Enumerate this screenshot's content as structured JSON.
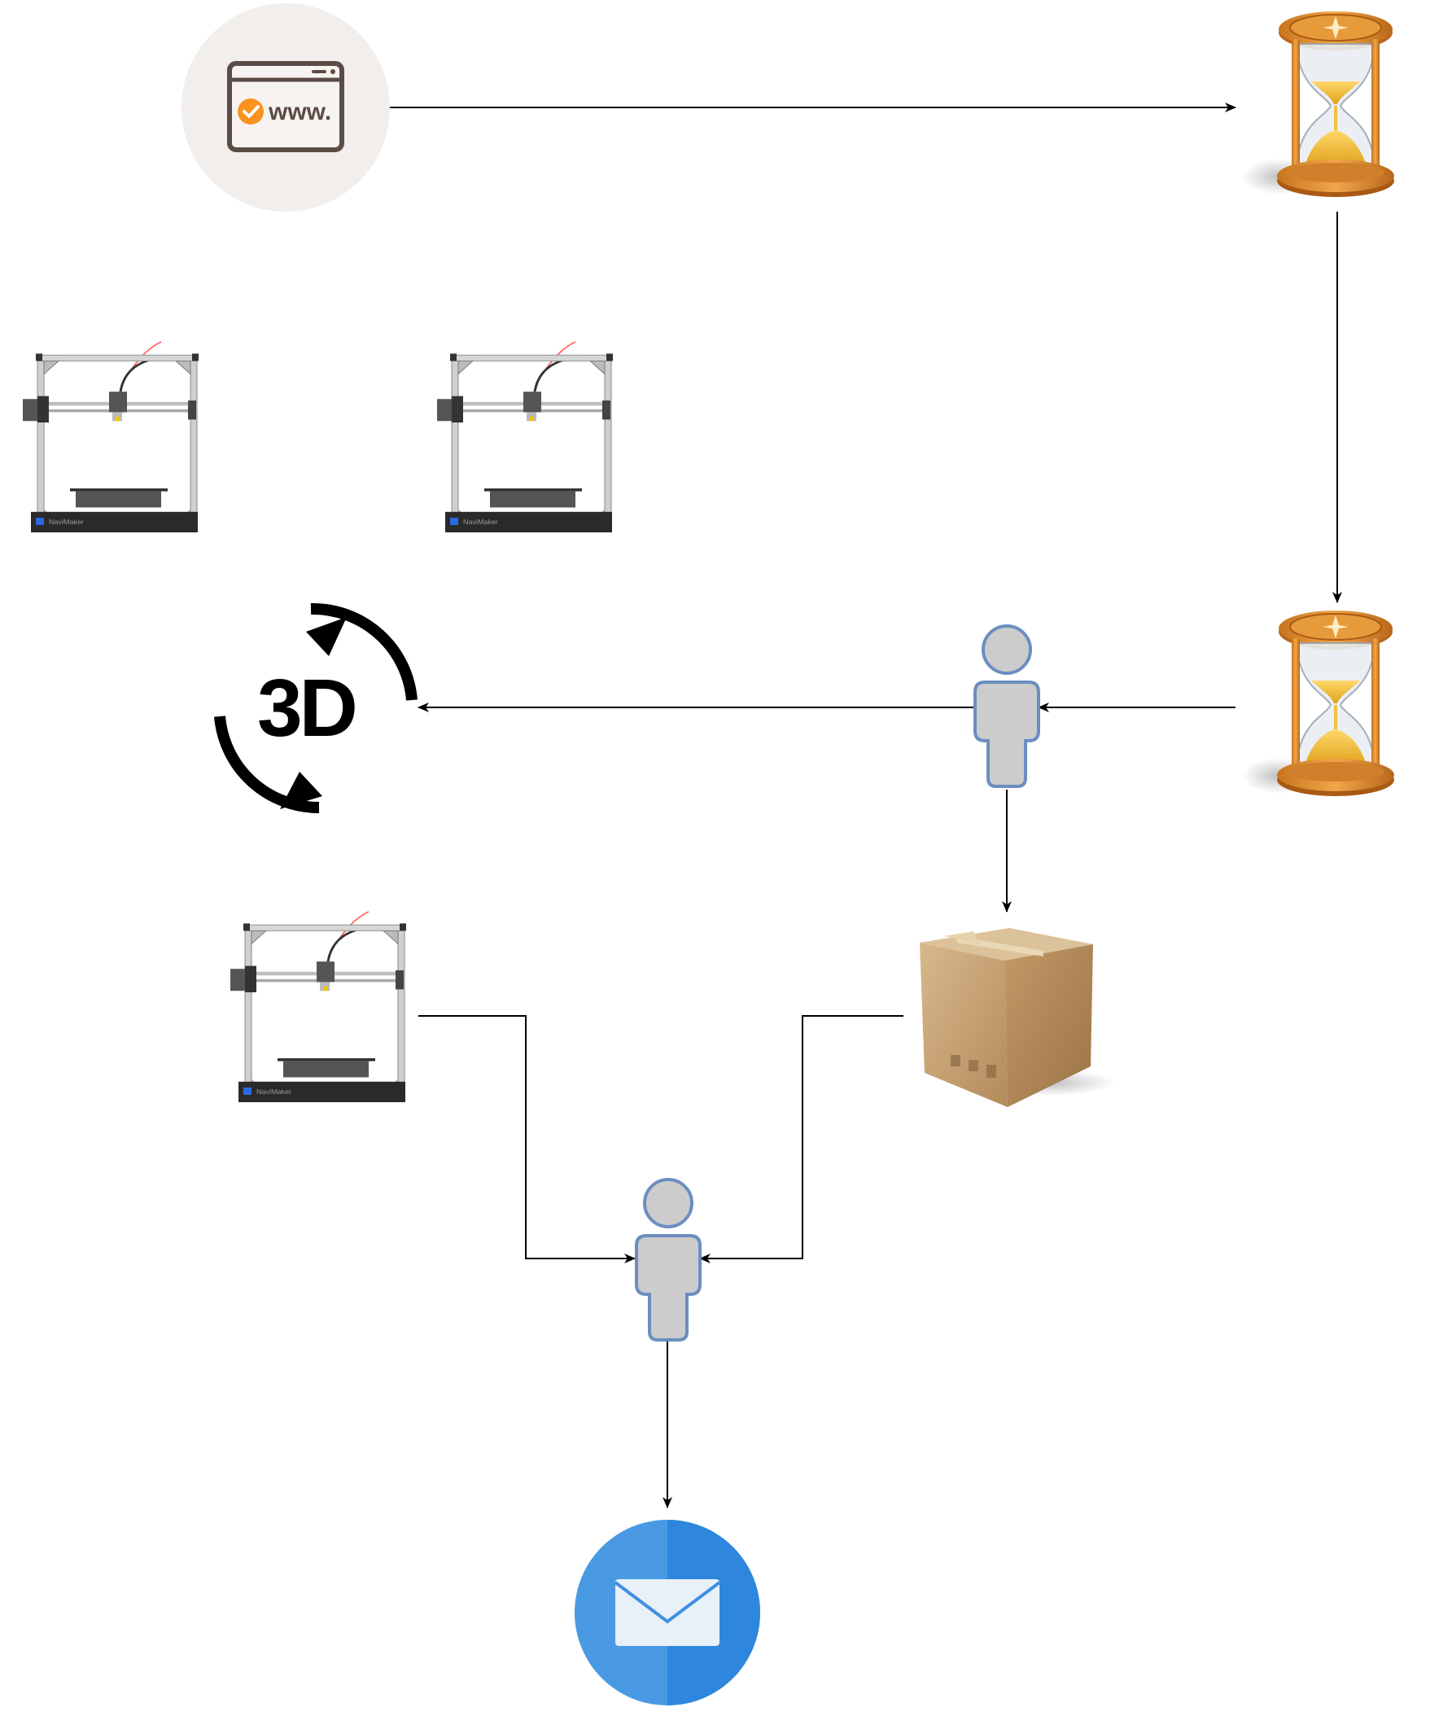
{
  "web_icon": {
    "label": "www."
  },
  "rotate_3d_icon": {
    "label": "3D"
  },
  "printers": [
    {
      "brand": "NaviMaker"
    },
    {
      "brand": "NaviMaker"
    },
    {
      "brand": "NaviMaker"
    }
  ],
  "colors": {
    "connector": "#000000",
    "person_fill": "#cccccc",
    "person_stroke": "#6c8ebf",
    "mail_blue": "#3f8fe0",
    "hourglass_frame": "#d98b2b",
    "box_brown": "#c9a77a",
    "web_circle": "#f1eeec",
    "web_orange": "#f7931e"
  }
}
